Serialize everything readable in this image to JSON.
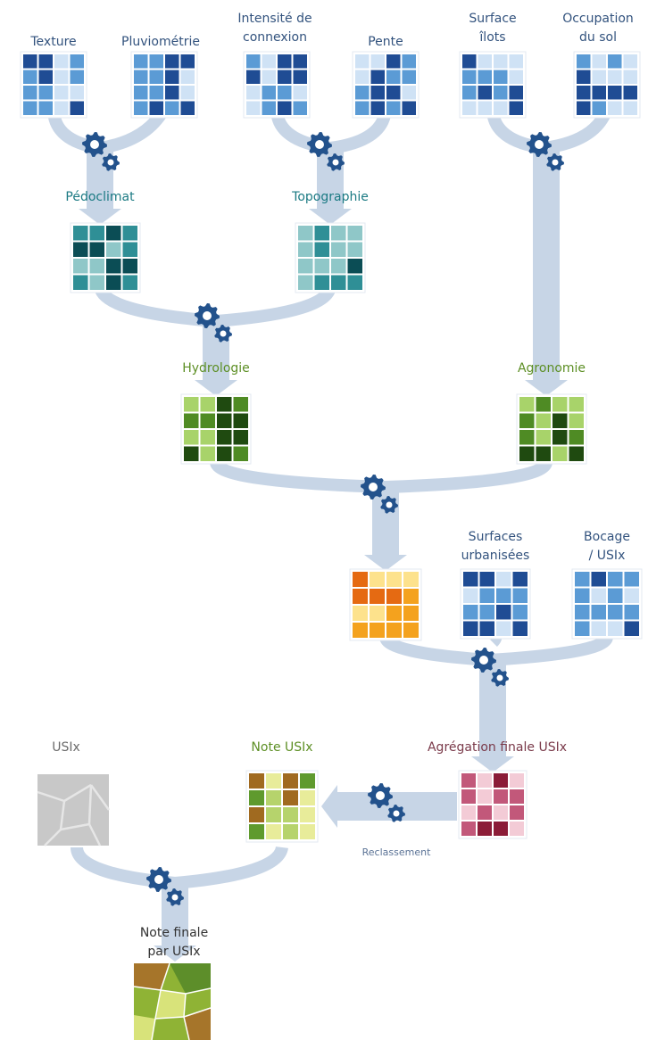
{
  "palettes": {
    "blue": [
      "#1f4c94",
      "#5b9bd5",
      "#cfe2f5"
    ],
    "teal": [
      "#0b4d55",
      "#2f8f96",
      "#8fc7c8"
    ],
    "green": [
      "#1f4a10",
      "#4f8b24",
      "#a8d36a"
    ],
    "orange": [
      "#e56a12",
      "#f4a21e",
      "#fde28c"
    ],
    "crimson": [
      "#8b1c38",
      "#c2587a",
      "#f3cbd6"
    ],
    "note": [
      "#5f9a2e",
      "#b6d36c",
      "#e8ec9a",
      "#a06a20"
    ],
    "map": [
      "#a6752a",
      "#8fb335",
      "#d8e37a",
      "#5d8e2a"
    ],
    "usix": [
      "#c8c8c8",
      "#e6e6e6"
    ],
    "arrow": "#c7d5e6",
    "gear": "#23528c"
  },
  "labels": {
    "texture": "Texture",
    "pluviometrie": "Pluviométrie",
    "intensite": "Intensité de\nconnexion",
    "pente": "Pente",
    "surface_ilots": "Surface\nîlots",
    "occupation": "Occupation\ndu sol",
    "pedoclimat": "Pédoclimat",
    "topographie": "Topographie",
    "hydrologie": "Hydrologie",
    "agronomie": "Agronomie",
    "surfaces_urbanisees": "Surfaces\nurbanisées",
    "bocage": "Bocage\n/ USIx",
    "usix": "USIx",
    "note_usix": "Note USIx",
    "agregation": "Agrégation finale USIx",
    "reclassement": "Reclassement",
    "note_finale": "Note finale\npar USIx"
  }
}
